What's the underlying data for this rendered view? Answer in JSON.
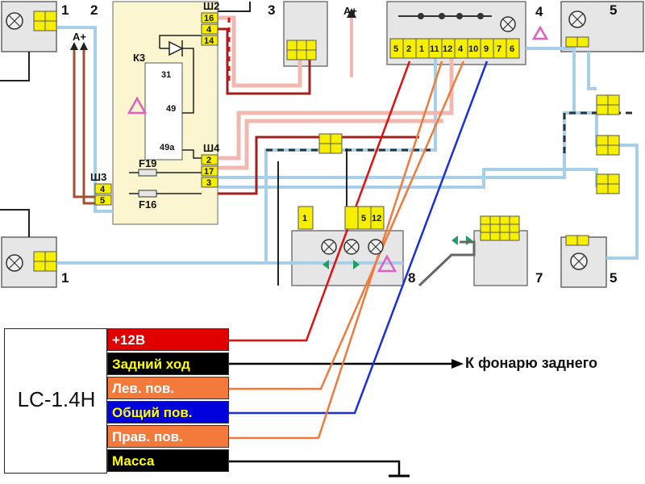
{
  "diagram": {
    "callouts": [
      "1",
      "2",
      "3",
      "4",
      "5",
      "5",
      "1",
      "7",
      "8"
    ],
    "supply_labels": [
      "A+",
      "A+"
    ],
    "connector_labels": [
      "Ш2",
      "Ш3",
      "Ш4"
    ],
    "relay": {
      "name": "К3",
      "pins": [
        "31",
        "49",
        "49а"
      ]
    },
    "fuses": [
      "F19",
      "F16"
    ],
    "connector_sh2_pins": [
      "16",
      "4",
      "14"
    ],
    "connector_sh3_pins": [
      "4",
      "5"
    ],
    "connector_sh4_pins": [
      "2",
      "17",
      "3"
    ],
    "switch_connector_pins": [
      "5",
      "2",
      "1",
      "11",
      "12",
      "4",
      "10",
      "9",
      "7",
      "6"
    ],
    "panel_pins": [
      "1",
      "5",
      "12"
    ]
  },
  "module": {
    "name": "LC-1.4H",
    "rows": [
      {
        "label": "+12В",
        "bg": "#e00000",
        "fg": "#ffffff",
        "wire": "#e01010"
      },
      {
        "label": "Задний ход",
        "bg": "#000000",
        "fg": "#ffff00",
        "wire": "#000000"
      },
      {
        "label": "Лев. пов.",
        "bg": "#f47a3c",
        "fg": "#ffffff",
        "wire": "#f07a3c"
      },
      {
        "label": "Общий пов.",
        "bg": "#0000dd",
        "fg": "#ffff00",
        "wire": "#1a2ee0"
      },
      {
        "label": "Прав. пов.",
        "bg": "#f47a3c",
        "fg": "#ffffff",
        "wire": "#f07a3c"
      },
      {
        "label": "Масса",
        "bg": "#000000",
        "fg": "#ffff00",
        "wire": "#000000"
      }
    ]
  },
  "rear_lamp_note": "К фонарю заднего",
  "colors": {
    "harness_blue": "#a8cfe8",
    "harness_pink": "#f0b8b0",
    "harness_darkred": "#a02020",
    "harness_brown": "#a05030",
    "component_fill": "#e6e6e6",
    "relay_fill": "#fbf6cf",
    "connector_yellow": "#f6f000"
  }
}
